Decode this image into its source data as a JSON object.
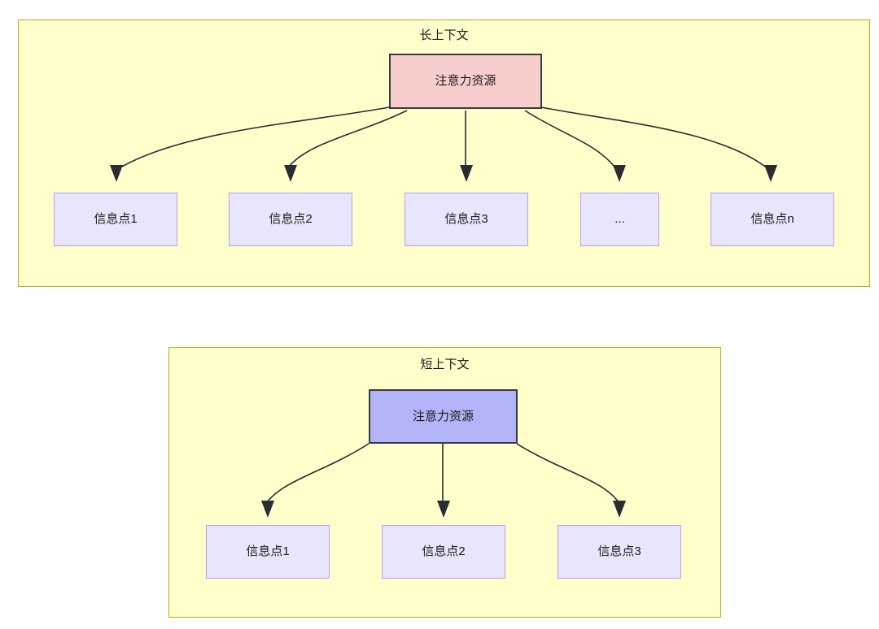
{
  "diagram": {
    "panels": [
      {
        "id": "long-context",
        "title": "长上下文",
        "root": {
          "label": "注意力资源",
          "fill": "#f8cecc",
          "stroke": "#3a3a41"
        },
        "children": [
          {
            "label": "信息点1"
          },
          {
            "label": "信息点2"
          },
          {
            "label": "信息点3"
          },
          {
            "label": "..."
          },
          {
            "label": "信息点n"
          }
        ]
      },
      {
        "id": "short-context",
        "title": "短上下文",
        "root": {
          "label": "注意力资源",
          "fill": "#b3b3f7",
          "stroke": "#3a3a41"
        },
        "children": [
          {
            "label": "信息点1"
          },
          {
            "label": "信息点2"
          },
          {
            "label": "信息点3"
          }
        ]
      }
    ],
    "colors": {
      "panel_fill": "#ffffcc",
      "panel_border": "#b5ad2a",
      "info_fill": "#e7e6fd",
      "info_border": "#b99ef0",
      "edge": "#2b2b31",
      "text": "#1a1a1a"
    }
  }
}
